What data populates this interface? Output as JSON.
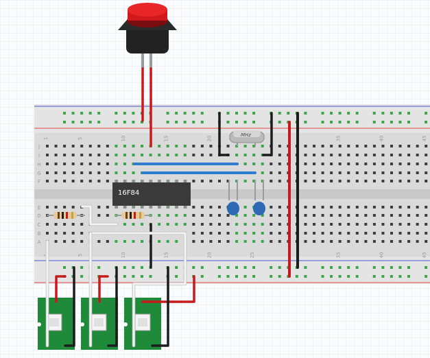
{
  "chip_label": "16F84",
  "crystal_label": "MHz",
  "breadboard": {
    "column_numbers": [
      "1",
      "5",
      "10",
      "15",
      "20",
      "25",
      "35",
      "40",
      "45"
    ],
    "row_letters_top": [
      "J",
      "I",
      "H",
      "G",
      "F"
    ],
    "row_letters_bottom": [
      "E",
      "D",
      "C",
      "B",
      "A"
    ]
  },
  "colors": {
    "wire_red": "#c8191c",
    "wire_black": "#1c1c1c",
    "wire_blue": "#2e7dd1",
    "wire_white": "#f2f2f2",
    "breadboard": "#dcdcdc",
    "module_green": "#1f8a3a",
    "button_cap": "#d1181b",
    "capacitor": "#2d69b4",
    "rail_red": "#e24a4a",
    "rail_blue": "#4a56c8"
  },
  "components": [
    "push-button",
    "pic16f84-chip",
    "crystal-oscillator",
    "capacitor-1",
    "capacitor-2",
    "resistor-1",
    "resistor-2",
    "sensor-module-1",
    "sensor-module-2",
    "sensor-module-3"
  ]
}
